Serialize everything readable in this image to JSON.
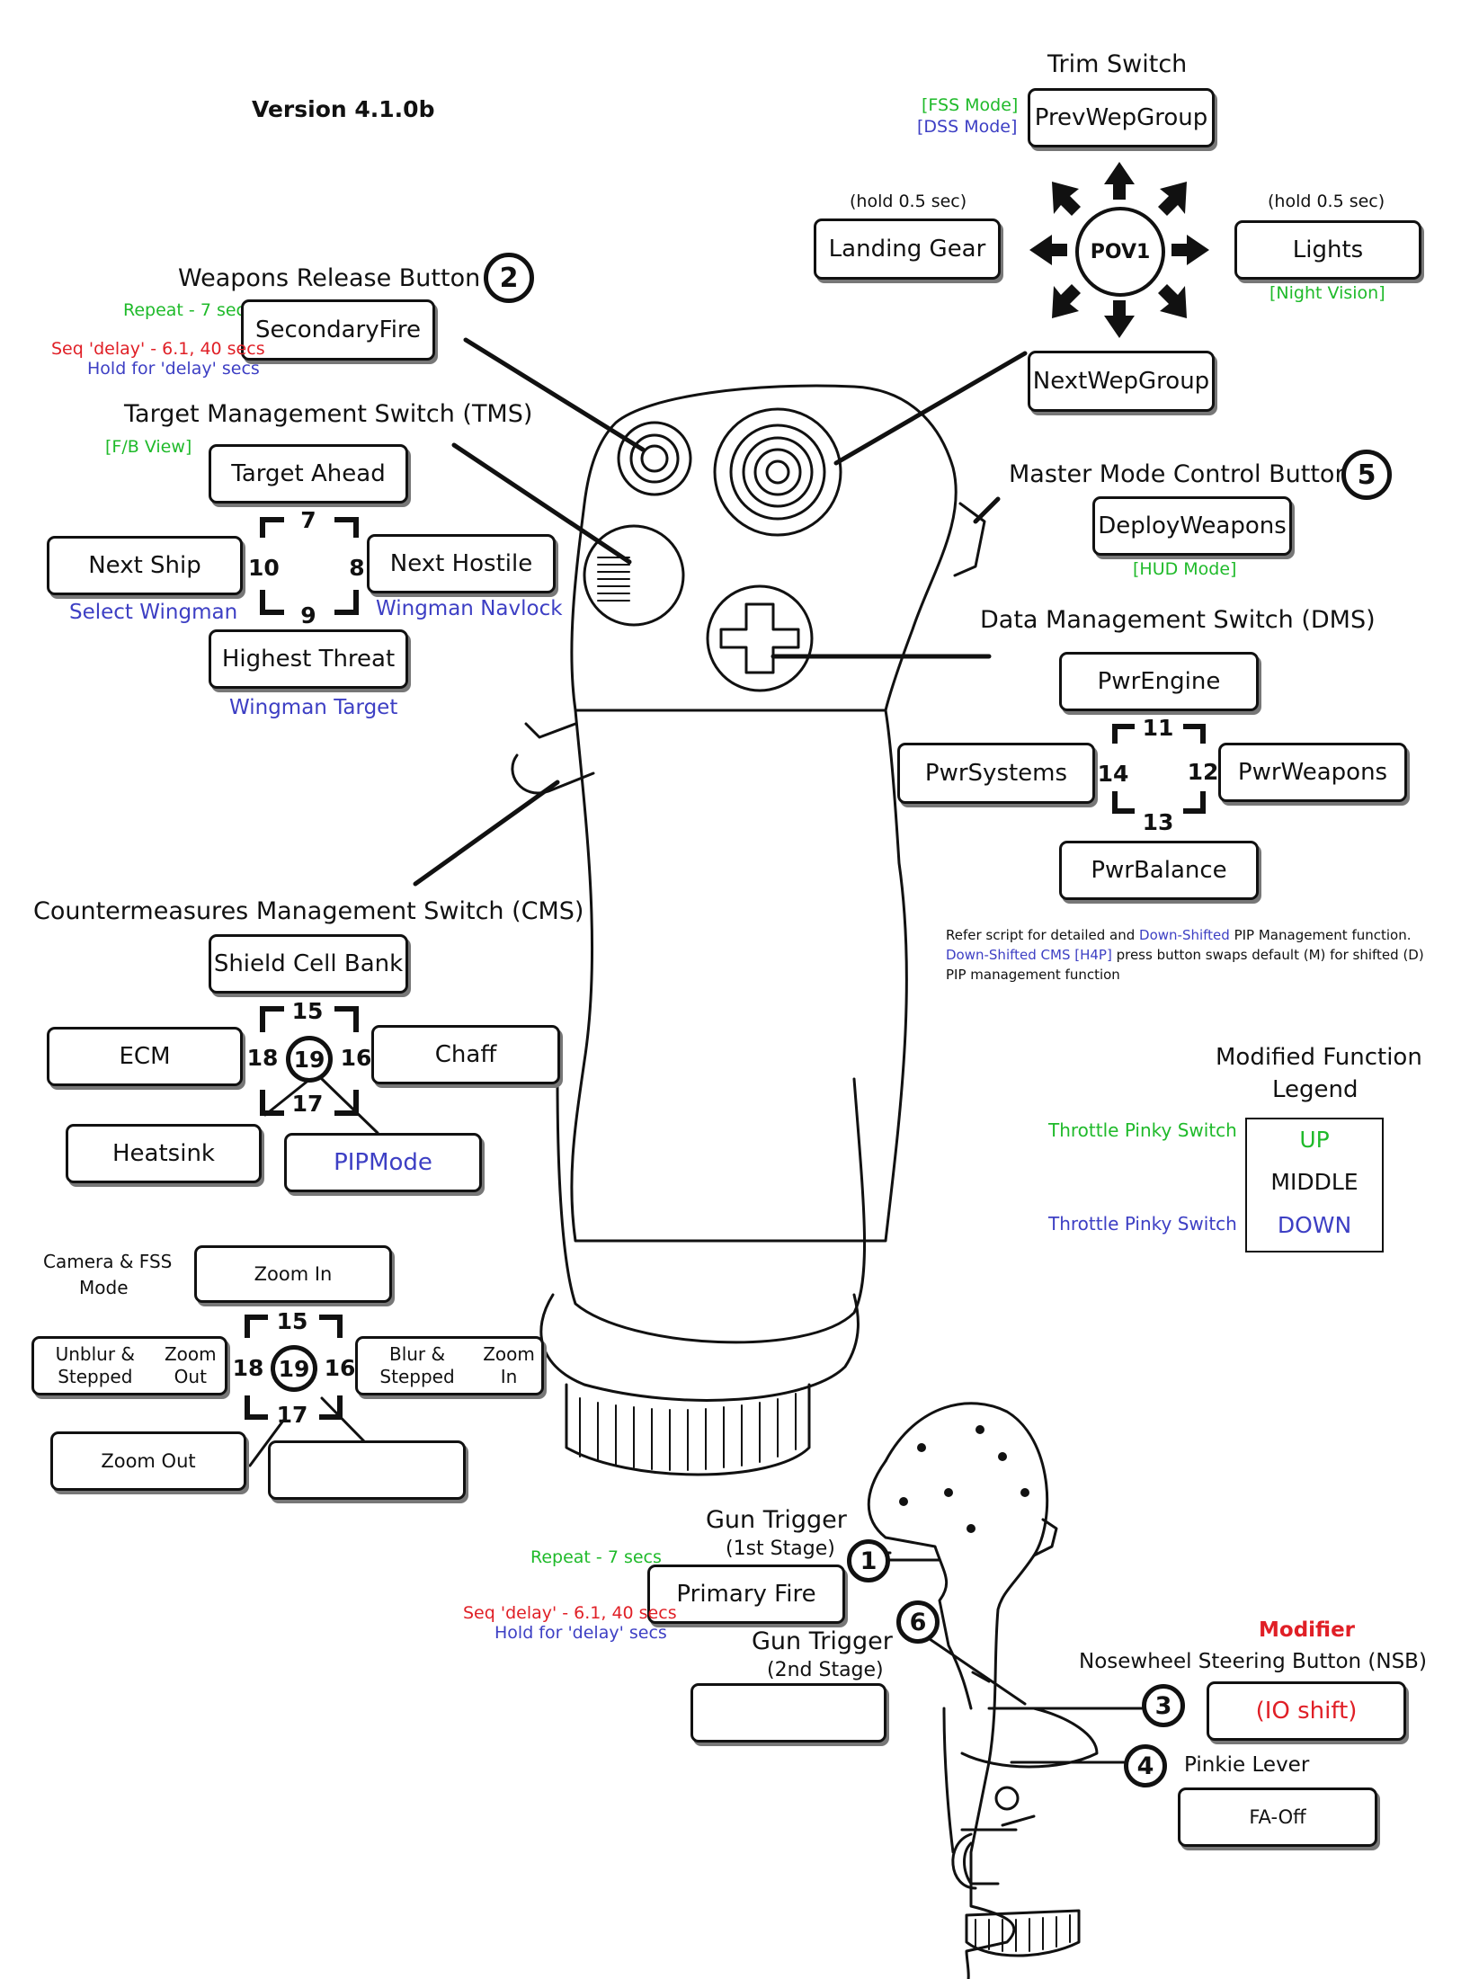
{
  "version": "Version 4.1.0b",
  "trim": {
    "title": "Trim Switch",
    "fss": "[FSS Mode]",
    "dss": "[DSS Mode]",
    "up": "PrevWepGroup",
    "down": "NextWepGroup",
    "left": "Landing Gear",
    "right": "Lights",
    "hold_left": "(hold 0.5 sec)",
    "hold_right": "(hold 0.5 sec)",
    "right_alt": "[Night Vision]",
    "center": "POV1"
  },
  "weapons_release": {
    "title": "Weapons Release Button",
    "number": "2",
    "action": "SecondaryFire",
    "repeat": "Repeat - 7 secs",
    "seq": "Seq  'delay' - 6.1, 40 secs",
    "hold": "Hold for 'delay' secs"
  },
  "tms": {
    "title": "Target Management Switch (TMS)",
    "up_alt": "[F/B View]",
    "up": "Target Ahead",
    "left": "Next Ship",
    "right": "Next Hostile",
    "down": "Highest Threat",
    "left_alt": "Select Wingman",
    "right_alt": "Wingman Navlock",
    "down_alt": "Wingman Target",
    "n_up": "7",
    "n_right": "8",
    "n_down": "9",
    "n_left": "10"
  },
  "mmc": {
    "title": "Master Mode Control Button",
    "number": "5",
    "action": "DeployWeapons",
    "alt": "[HUD Mode]"
  },
  "dms": {
    "title": "Data Management Switch (DMS)",
    "up": "PwrEngine",
    "left": "PwrSystems",
    "right": "PwrWeapons",
    "down": "PwrBalance",
    "n_up": "11",
    "n_right": "12",
    "n_down": "13",
    "n_left": "14",
    "note1_a": "Refer script for detailed and ",
    "note1_b": "Down-Shifted",
    "note1_c": " PIP Management function.",
    "note2_a": "Down-Shifted CMS [H4P]",
    "note2_b": " press button swaps default (M) for shifted (D)",
    "note3": "PIP management function"
  },
  "cms": {
    "title": "Countermeasures Management Switch (CMS)",
    "up": "Shield Cell Bank",
    "left": "ECM",
    "right": "Chaff",
    "down": "Heatsink",
    "press": "PIPMode",
    "n_up": "15",
    "n_right": "16",
    "n_down": "17",
    "n_left": "18",
    "n_press": "19"
  },
  "legend": {
    "title1": "Modified Function",
    "title2": "Legend",
    "up_label": "Throttle Pinky Switch",
    "down_label": "Throttle Pinky Switch",
    "up": "UP",
    "middle": "MIDDLE",
    "down": "DOWN"
  },
  "camera": {
    "title1": "Camera & FSS",
    "title2": "Mode",
    "up": "Zoom In",
    "left1": "Unblur & Stepped",
    "left2": "Zoom Out",
    "right1": "Blur & Stepped",
    "right2": "Zoom In",
    "down": "Zoom Out",
    "press": "",
    "n_up": "15",
    "n_right": "16",
    "n_down": "17",
    "n_left": "18",
    "n_press": "19"
  },
  "gun": {
    "title1": "Gun Trigger",
    "sub1": "(1st Stage)",
    "repeat": "Repeat - 7 secs",
    "action1": "Primary Fire",
    "seq": "Seq 'delay' - 6.1, 40 secs",
    "hold": "Hold for 'delay' secs",
    "title2": "Gun Trigger",
    "sub2": "(2nd Stage)",
    "action2": "",
    "n1": "1",
    "n6": "6"
  },
  "nsb": {
    "modifier": "Modifier",
    "title": "Nosewheel Steering Button (NSB)",
    "number": "3",
    "action": "(IO shift)"
  },
  "pinkie": {
    "title": "Pinkie Lever",
    "number": "4",
    "action": "FA-Off"
  },
  "colors": {
    "green": "#1fba2a",
    "blue": "#3d3fc4",
    "red": "#e01f26"
  }
}
